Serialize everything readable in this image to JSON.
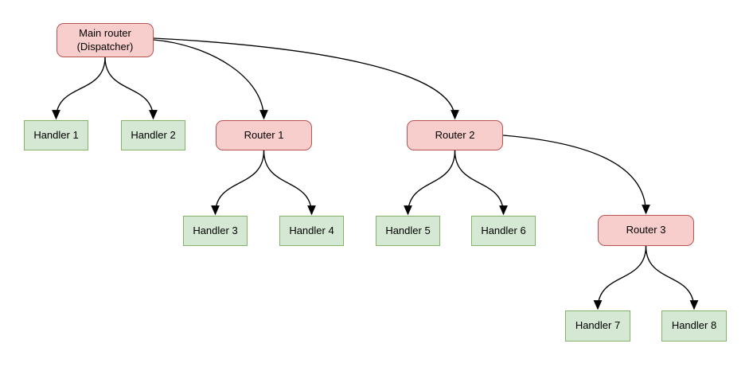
{
  "diagram": {
    "nodes": {
      "main_router": {
        "label": "Main router\n(Dispatcher)",
        "type": "router"
      },
      "handler_1": {
        "label": "Handler 1",
        "type": "handler"
      },
      "handler_2": {
        "label": "Handler 2",
        "type": "handler"
      },
      "router_1": {
        "label": "Router 1",
        "type": "router"
      },
      "router_2": {
        "label": "Router 2",
        "type": "router"
      },
      "handler_3": {
        "label": "Handler 3",
        "type": "handler"
      },
      "handler_4": {
        "label": "Handler 4",
        "type": "handler"
      },
      "handler_5": {
        "label": "Handler 5",
        "type": "handler"
      },
      "handler_6": {
        "label": "Handler 6",
        "type": "handler"
      },
      "router_3": {
        "label": "Router 3",
        "type": "router"
      },
      "handler_7": {
        "label": "Handler 7",
        "type": "handler"
      },
      "handler_8": {
        "label": "Handler 8",
        "type": "handler"
      }
    },
    "edges": [
      {
        "from": "main_router",
        "to": "handler_1"
      },
      {
        "from": "main_router",
        "to": "handler_2"
      },
      {
        "from": "main_router",
        "to": "router_1"
      },
      {
        "from": "main_router",
        "to": "router_2"
      },
      {
        "from": "router_1",
        "to": "handler_3"
      },
      {
        "from": "router_1",
        "to": "handler_4"
      },
      {
        "from": "router_2",
        "to": "handler_5"
      },
      {
        "from": "router_2",
        "to": "handler_6"
      },
      {
        "from": "router_2",
        "to": "router_3"
      },
      {
        "from": "router_3",
        "to": "handler_7"
      },
      {
        "from": "router_3",
        "to": "handler_8"
      }
    ],
    "colors": {
      "router_fill": "#f8cecc",
      "router_border": "#b85450",
      "handler_fill": "#d5e8d4",
      "handler_border": "#82b366",
      "edge": "#000000",
      "text": "#000000",
      "background": "#ffffff"
    }
  }
}
